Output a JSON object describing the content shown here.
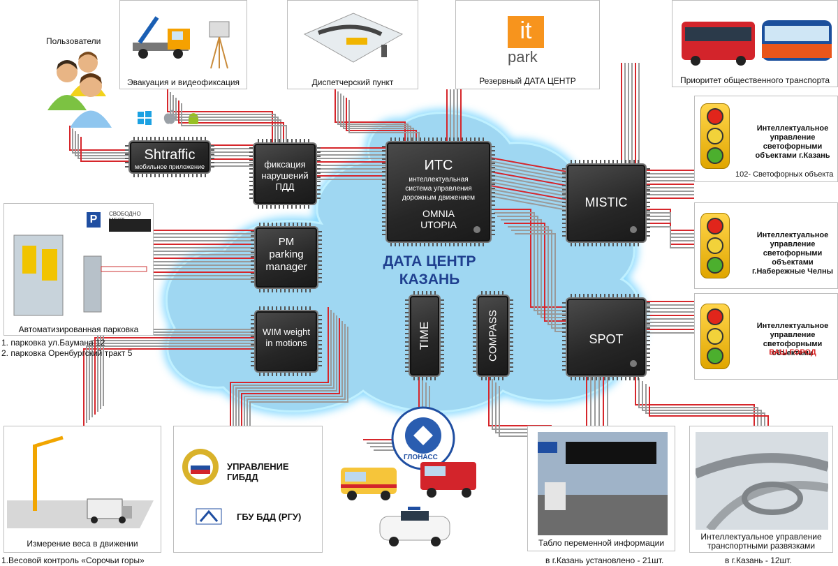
{
  "users": {
    "label": "Пользователи"
  },
  "panels": {
    "evacuation": "Эвакуация и видеофиксация",
    "dispatch": "Диспетчерский пункт",
    "reserve_dc": "Резервный ДАТА ЦЕНТР",
    "it_logo_top": "it",
    "it_logo_bottom": "park",
    "transport_priority": "Приоритет общественного транспорта",
    "parking": "Автоматизированная парковка",
    "parking_sign_letter": "P",
    "parking_sign_text": "СВОБОДНО МЕСТ",
    "weighing": "Измерение веса в движении",
    "gibdd": "УПРАВЛЕНИЕ ГИБДД",
    "gbu": "ГБУ БДД (РГУ)",
    "tablo": "Табло переменной информации",
    "interchange": "Интеллектуальное управление транспортными развязками",
    "glonass": "ГЛОНАСС"
  },
  "notes": {
    "parking_1": "1. парковка ул.Баумана 12",
    "parking_2": "2. парковка Оренбургский тракт 5",
    "weight_control": "1.Весовой контроль «Сорочьи горы»",
    "tablo_count": "в г.Казань установлено - 21шт.",
    "interchange_count": "в г.Казань  - 12шт.",
    "lights_kazan_count": "102- Светофорных объекта"
  },
  "lights": {
    "kazan": "Интеллектуальное управление светофорными объектами г.Казань",
    "chelny": "Интеллектуальное управление светофорными объектами г.Набережные Челны",
    "yours_line": "Интеллектуальное управление светофорными объектами",
    "yours_city": "ВАШ ГОРОД"
  },
  "chips": {
    "shtraffic_title": "Shtraffic",
    "shtraffic_sub": "мобильное приложение",
    "fixation": "фиксация нарушений ПДД",
    "pm": "PM parking manager",
    "wim": "WIM weight in motions",
    "its_title": "ИТС",
    "its_sub": "интеллектуальная система управления дорожным движением",
    "its_brand_1": "OMNIA",
    "its_brand_2": "UTOPIA",
    "mistic": "MISTIC",
    "spot": "SPOT",
    "time": "TIME",
    "compass": "COMPASS"
  },
  "datacenter": {
    "line1": "ДАТА ЦЕНТР",
    "line2": "КАЗАНЬ"
  },
  "colors": {
    "wire_red": "#d6262b",
    "wire_grey": "#9a9a9a",
    "cloud": "#a9dcf5",
    "accent_red": "#d81e1e",
    "it_orange": "#f7941d"
  }
}
